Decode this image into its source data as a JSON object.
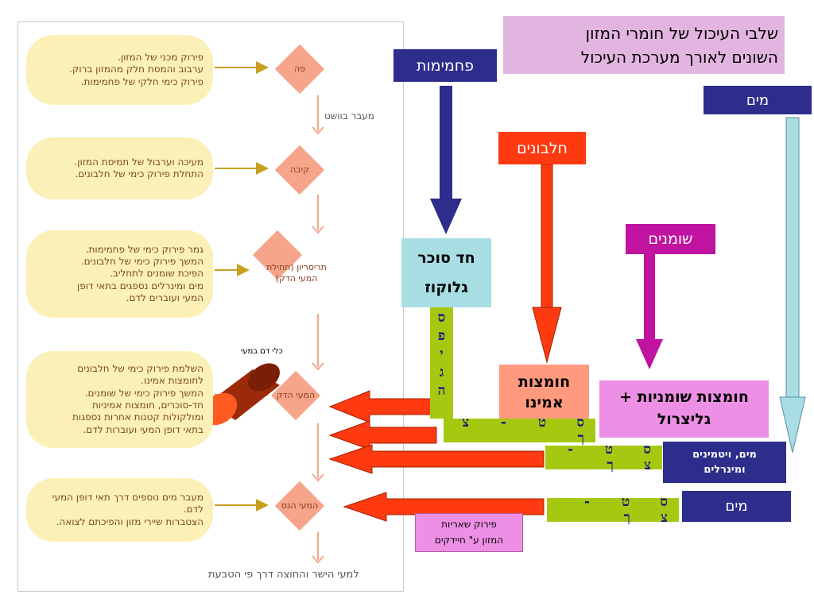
{
  "title_box": {
    "lines": "שלבי העיכול של חומרי המזון\nהשונים לאורך מערכת העיכול"
  },
  "flowchart": {
    "stages": [
      {
        "key": "mouth",
        "label": "פה",
        "note": "פירוק מכני של המזון.\nערבוב והמסת חלק מהמזון ברוק.\nפירוק כימי חלקי של פחמימות."
      },
      {
        "key": "stomach",
        "label": "קיבה",
        "note": "מעיכה וערבול של תמיסת המזון.\nהתחלת פירוק כימי של חלבונים."
      },
      {
        "key": "duodenum",
        "label": "תריסריון (תחילת\nהמעי הדק)",
        "note": "גמר פירוק כימי של פחמימות.\nהמשך פירוק כימי של חלבונים.\nהפיכת שומנים לתחליב.\nמים ומינרלים נספגים בתאי דופן\nהמעי ועוברים לדם."
      },
      {
        "key": "small_intestine",
        "label": "המעי הדק",
        "note": "השלמת פירוק כימי של חלבונים\nלחומצות אמינו.\nהמשך פירוק כימי של שומנים.\nחד-סוכרים, חומצות אמיניות\nומולקולות קטנות אחרות נספגות\nבתאי דופן המעי ועוברות לדם."
      },
      {
        "key": "large_intestine",
        "label": "המעי הגס",
        "note": "מעבר מים נוספים דרך תאי דופן המעי\nלדם.\nהצטברות שיירי מזון והפיכתם לצואה."
      }
    ],
    "esophagus": "מעבר בוושט",
    "exit_text": "למעי הישר והחוצה דרך פי הטבעת",
    "blood_vessel_label": "כלי דם במעי"
  },
  "nutrients": {
    "carbs": "פחמימות",
    "proteins": "חלבונים",
    "fats": "שומנים",
    "water_top": "מים",
    "sugar_box": {
      "line1": "חד סוכר",
      "line2": "גלוקוז"
    },
    "amino_box": {
      "line1": "חומצות",
      "line2": "אמינו"
    },
    "fatty_box": {
      "line1": "חומצות שומניות +",
      "line2": "גליצרול"
    },
    "vitamins_box": {
      "line1": "מים, ויטמינים",
      "line2": "ומינרלים"
    },
    "water_bottom": "מים",
    "bacteria_box": {
      "line1": "פירוק שאריות",
      "line2": "המזון ע\" חיידקים"
    }
  },
  "absorption": {
    "vertical_letters": [
      "ס",
      "פ",
      "י",
      "ג",
      "ה"
    ],
    "row1": "ס ט - צ ך",
    "row2": "ס ט - צ ך",
    "row3": "ס ט - צ ך"
  },
  "colors": {
    "navy": "#2d2d8c",
    "red": "#ff3a10",
    "magenta": "#c0139f",
    "lightblue": "#a8dde4",
    "green": "#a5c911",
    "salmon": "#ff9a7e",
    "pink": "#ee8fe6",
    "lavender": "#e2b5e0"
  }
}
